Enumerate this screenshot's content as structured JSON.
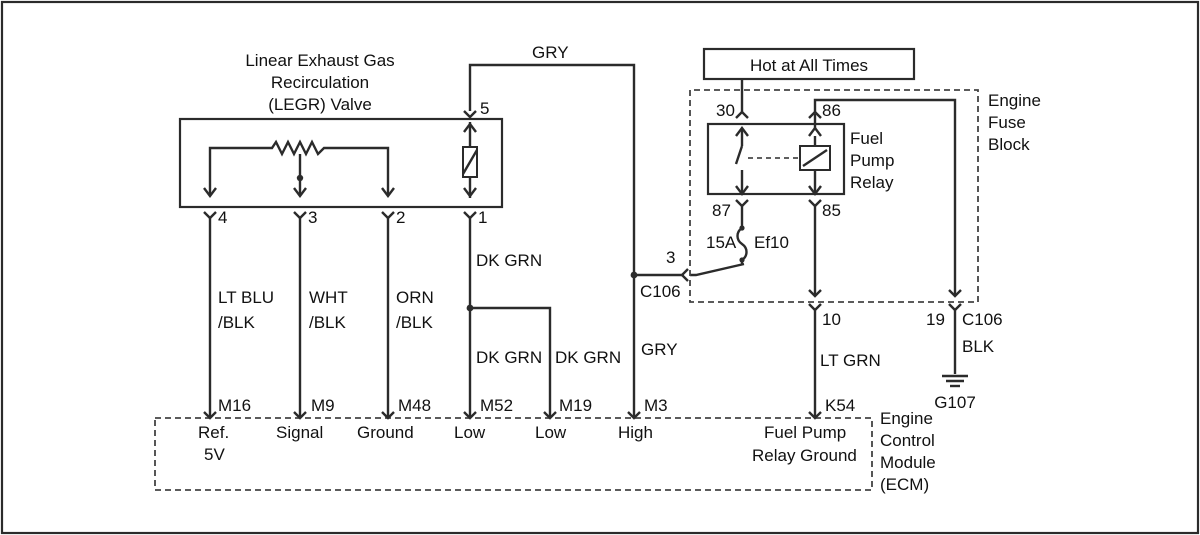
{
  "legr_valve": {
    "name_line1": "Linear Exhaust Gas",
    "name_line2": "Recirculation",
    "name_line3": "(LEGR) Valve",
    "pins": [
      "5",
      "4",
      "3",
      "2",
      "1"
    ]
  },
  "wires": {
    "gry_top": "GRY",
    "gry_mid": "GRY",
    "dk_grn_upper": "DK GRN",
    "dk_grn_left": "DK GRN",
    "dk_grn_right": "DK GRN",
    "lt_blu_line1": "LT BLU",
    "lt_blu_line2": "/BLK",
    "wht_line1": "WHT",
    "wht_line2": "/BLK",
    "orn_line1": "ORN",
    "orn_line2": "/BLK",
    "lt_grn": "LT GRN",
    "blk": "BLK"
  },
  "power_source": "Hot at All Times",
  "fuse_block": {
    "line1": "Engine",
    "line2": "Fuse",
    "line3": "Block"
  },
  "relay": {
    "line1": "Fuel",
    "line2": "Pump",
    "line3": "Relay",
    "pins": [
      "30",
      "86",
      "87",
      "85"
    ]
  },
  "fuse": {
    "rating": "15A",
    "name": "Ef10"
  },
  "connectors": {
    "c106_pin3": "3",
    "c106_left": "C106",
    "c106_pin10": "10",
    "c106_pin19": "19",
    "c106_right": "C106"
  },
  "ground": "G107",
  "ecm": {
    "line1": "Engine",
    "line2": "Control",
    "line3": "Module",
    "line4": "(ECM)",
    "pins": [
      {
        "id": "M16",
        "label": "Ref.",
        "label2": "5V"
      },
      {
        "id": "M9",
        "label": "Signal"
      },
      {
        "id": "M48",
        "label": "Ground"
      },
      {
        "id": "M52",
        "label": "Low"
      },
      {
        "id": "M19",
        "label": "Low"
      },
      {
        "id": "M3",
        "label": "High"
      },
      {
        "id": "K54",
        "label": "Fuel Pump",
        "label2": "Relay Ground"
      }
    ]
  }
}
